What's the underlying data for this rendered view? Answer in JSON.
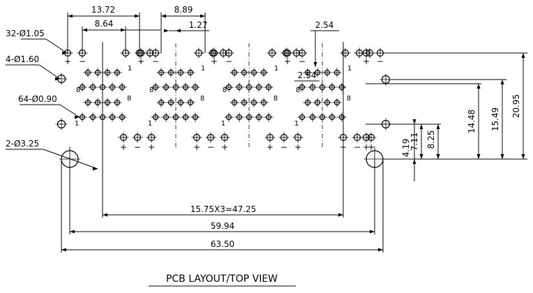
{
  "title": "PCB LAYOUT/TOP VIEW",
  "holes": {
    "h105": "32-Ø1.05",
    "h160": "4-Ø1.60",
    "h090": "64-Ø0.90",
    "h325": "2-Ø3.25"
  },
  "dims": {
    "d1372": "13.72",
    "d864": "8.64",
    "d889": "8.89",
    "d127": "1.27",
    "d254a": "2.54",
    "d254b": "2.54",
    "d2095": "20.95",
    "d1549": "15.49",
    "d1448": "14.48",
    "d825": "8.25",
    "d711": "7.11",
    "d419": "4.19",
    "dpitch": "15.75X3=47.25",
    "d5994": "59.94",
    "d6350": "63.50"
  },
  "pin_marks": {
    "plus": "+",
    "minus": "−",
    "one": "1",
    "eight": "8"
  }
}
